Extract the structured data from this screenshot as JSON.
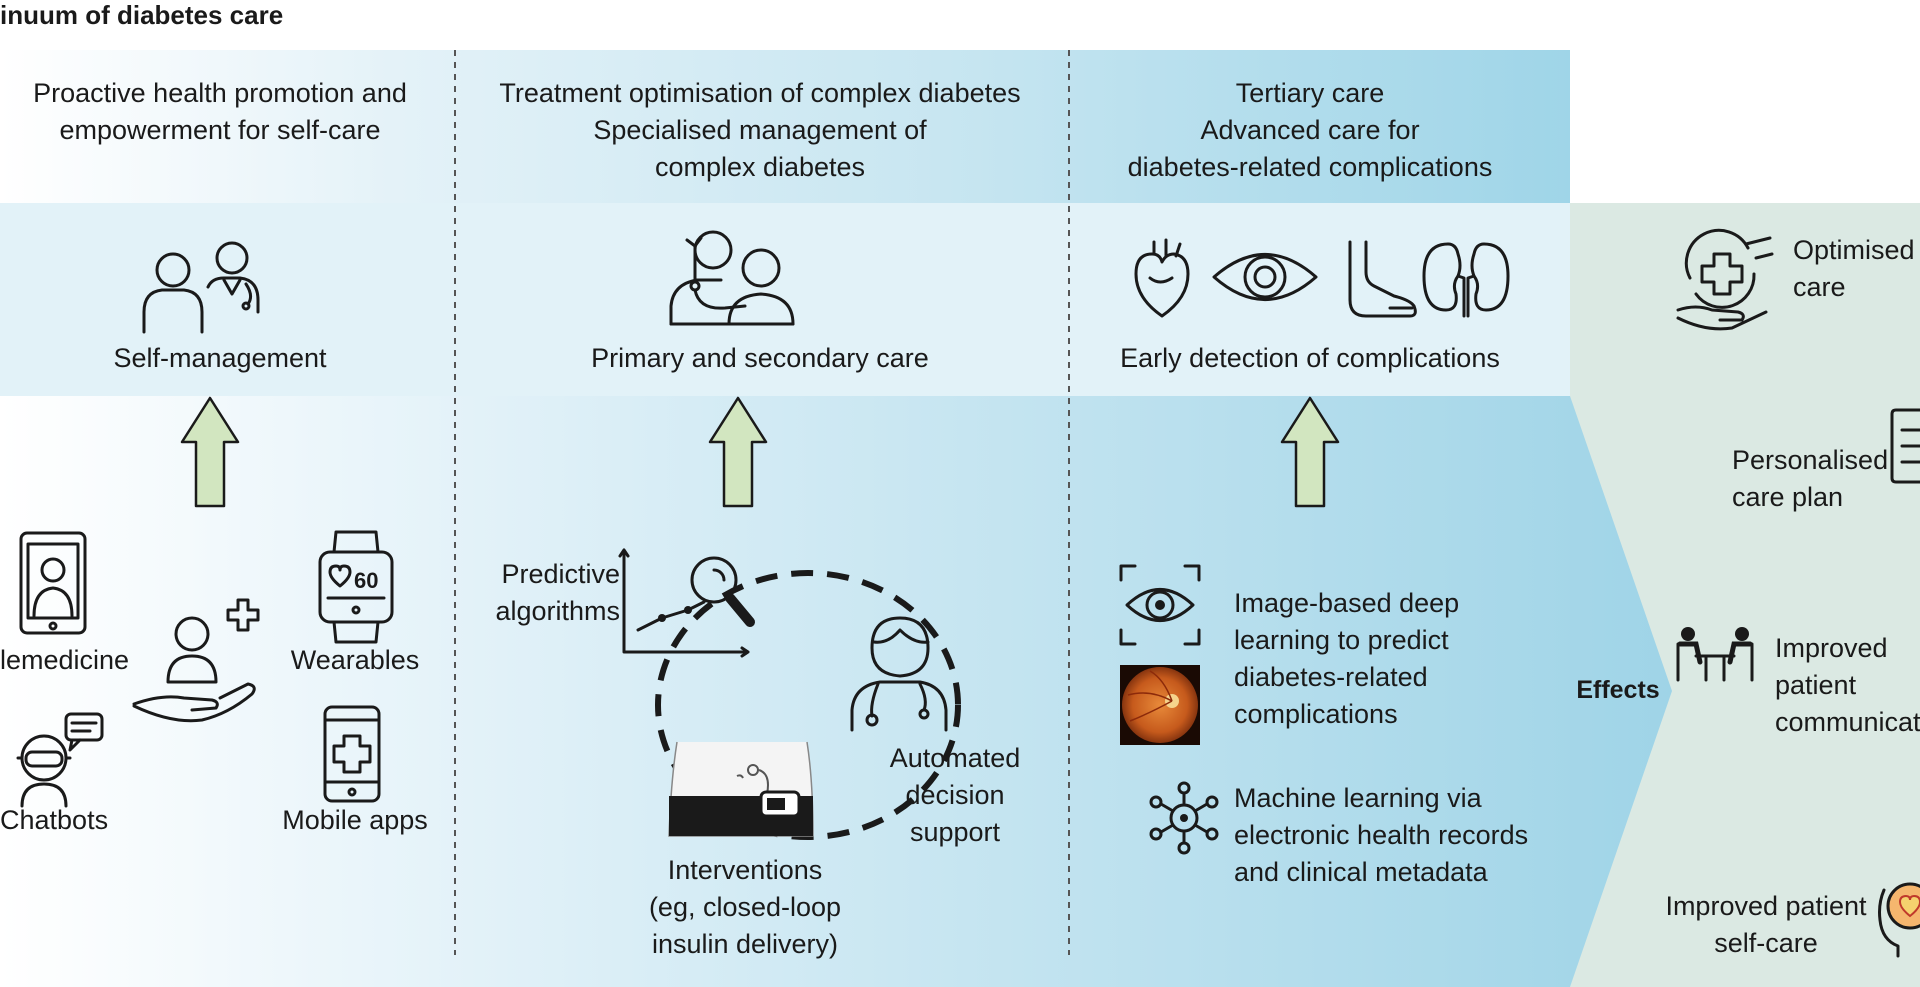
{
  "title": "inuum of diabetes care",
  "columns": [
    {
      "header": [
        "Proactive health promotion and",
        "empowerment for self-care"
      ],
      "level_label": "Self-management",
      "tools": {
        "telemedicine": "lemedicine",
        "wearables": "Wearables",
        "chatbots": "Chatbots",
        "mobile_apps": "Mobile apps"
      }
    },
    {
      "header": [
        "Treatment optimisation of complex diabetes",
        "Specialised management of",
        "complex diabetes"
      ],
      "level_label": "Primary and secondary care",
      "tools": {
        "predictive": [
          "Predictive",
          "algorithms"
        ],
        "automated": [
          "Automated",
          "decision",
          "support"
        ],
        "interventions": [
          "Interventions",
          "(eg, closed-loop",
          "insulin delivery)"
        ]
      }
    },
    {
      "header": [
        "Tertiary care",
        "Advanced care for",
        "diabetes-related complications"
      ],
      "level_label": "Early detection of complications",
      "tools": {
        "image_dl": [
          "Image-based deep",
          "learning to predict",
          "diabetes-related",
          "complications"
        ],
        "ml_ehr": [
          "Machine learning via",
          "electronic health records",
          "and clinical metadata"
        ]
      }
    }
  ],
  "effects": {
    "label": "Effects",
    "items": [
      {
        "lines": [
          "Optimised",
          "care"
        ],
        "icon": "hand-medical-cross-icon"
      },
      {
        "lines": [
          "Personalised",
          "care plan"
        ],
        "icon": "clipboard-list-icon"
      },
      {
        "lines": [
          "Improved",
          "patient",
          "communicati"
        ],
        "icon": "consultation-desk-icon"
      },
      {
        "lines": [
          "Improved patient",
          "self-care"
        ],
        "icon": "hand-heart-icon"
      }
    ]
  },
  "colors": {
    "band_light": "#dff0f7",
    "band_dark": "#a9d9ea",
    "level_band": "#e2f2f8",
    "effects_bg": "#dbe9e3",
    "arrow_fill": "#d2e6c0",
    "divider": "#555555"
  }
}
